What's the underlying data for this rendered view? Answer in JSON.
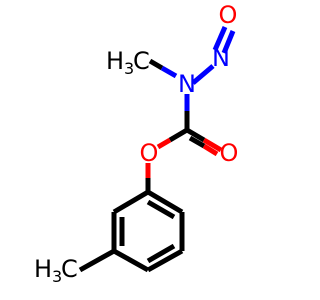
{
  "molecule": {
    "atoms": {
      "o_nitroso": "O",
      "n_nitroso": "N",
      "n_amine": "N",
      "o_ester": "O",
      "o_carbonyl": "O",
      "c_methyl_n_main": "H",
      "c_methyl_n_sub": "3",
      "c_methyl_ring_main": "H",
      "c_methyl_ring_sub": "3"
    },
    "colors": {
      "bond": "#000000",
      "nitrogen": "#0000ff",
      "oxygen": "#ff0000",
      "carbon": "#000000"
    }
  }
}
